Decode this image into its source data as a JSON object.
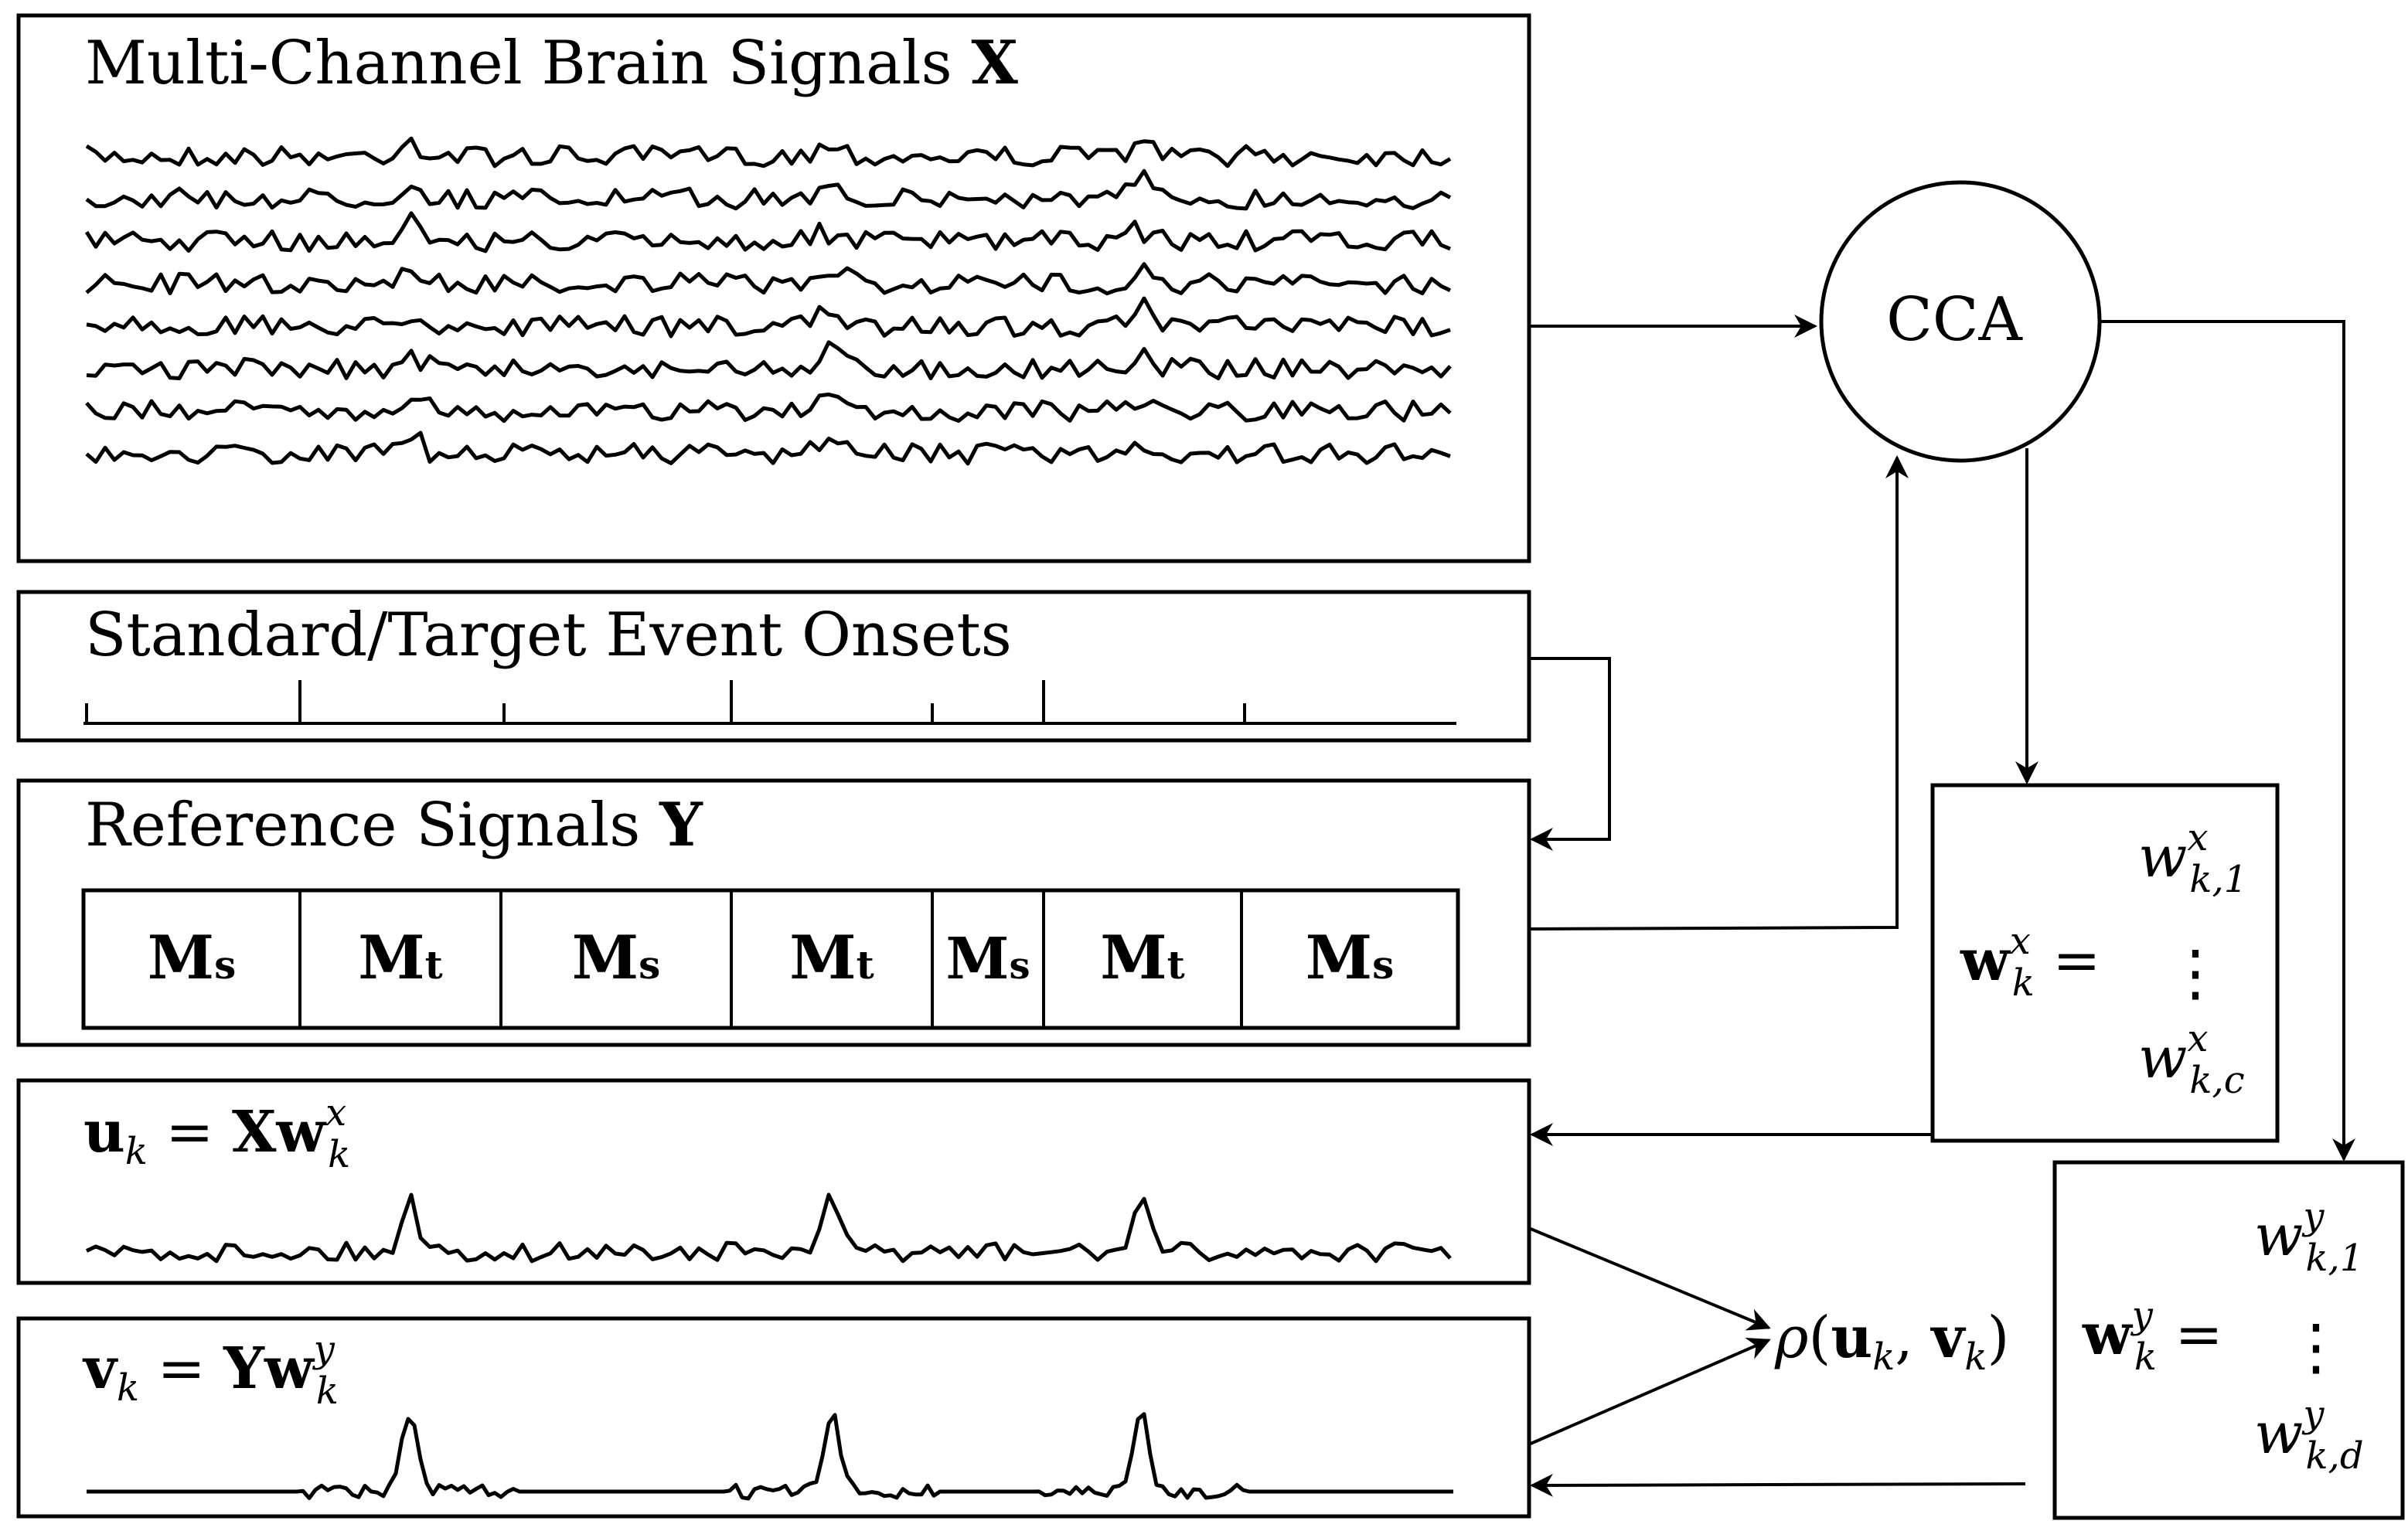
{
  "panels": {
    "brain_signals": {
      "title": "Multi-Channel Brain Signals ",
      "symbol": "X",
      "channel_count": 8
    },
    "event_onsets": {
      "title": "Standard/Target Event Onsets"
    },
    "reference": {
      "title": "Reference Signals ",
      "symbol": "Y",
      "segments": [
        {
          "main": "M",
          "sub": "s"
        },
        {
          "main": "M",
          "sub": "t"
        },
        {
          "main": "M",
          "sub": "s"
        },
        {
          "main": "M",
          "sub": "t"
        },
        {
          "main": "M",
          "sub": "s"
        },
        {
          "main": "M",
          "sub": "t"
        },
        {
          "main": "M",
          "sub": "s"
        }
      ]
    },
    "u_signal": {
      "lhs": "u",
      "lhs_sub": "k",
      "eq": " = ",
      "rhs": "Xw",
      "rhs_sup": "x",
      "rhs_sub": "k"
    },
    "v_signal": {
      "lhs": "v",
      "lhs_sub": "k",
      "eq": " = ",
      "rhs": "Yw",
      "rhs_sup": "y",
      "rhs_sub": "k"
    }
  },
  "cca": {
    "label": "CCA"
  },
  "wx": {
    "lhs": "w",
    "sup": "x",
    "sub": "k",
    "eq": " =",
    "first": "w",
    "first_sup": "x",
    "first_sub": "k,1",
    "dots": "⋮",
    "last": "w",
    "last_sup": "x",
    "last_sub": "k,c"
  },
  "wy": {
    "lhs": "w",
    "sup": "y",
    "sub": "k",
    "eq": " =",
    "first": "w",
    "first_sup": "y",
    "first_sub": "k,1",
    "dots": "⋮",
    "last": "w",
    "last_sup": "y",
    "last_sub": "k,d"
  },
  "rho": {
    "fn": "ρ",
    "open": "(",
    "u": "u",
    "u_sub": "k",
    "comma": ", ",
    "v": "v",
    "v_sub": "k",
    "close": ")"
  }
}
